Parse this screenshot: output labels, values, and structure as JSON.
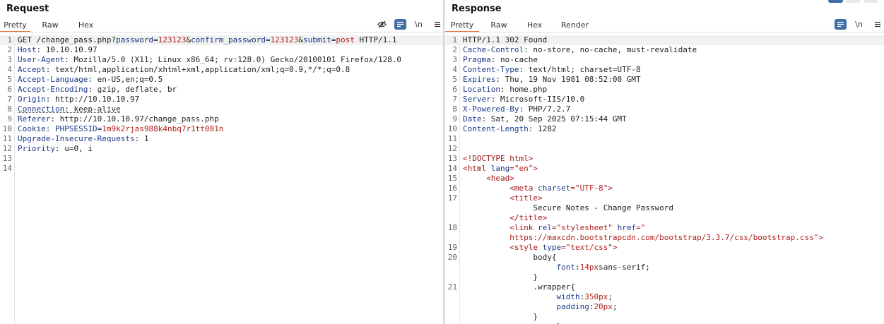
{
  "request": {
    "title": "Request",
    "tabs": [
      "Pretty",
      "Raw",
      "Hex"
    ],
    "active_tab": "Pretty",
    "tools": {
      "hide": "eye-slash",
      "wrap": "wrap",
      "newline": "\\n",
      "menu": "menu"
    },
    "lines": [
      {
        "n": "1",
        "hl": true,
        "parts": [
          [
            "GET /change_pass.php?",
            ""
          ],
          [
            "password",
            "k"
          ],
          [
            "=",
            ""
          ],
          [
            "123123",
            "v"
          ],
          [
            "&",
            ""
          ],
          [
            "confirm_password",
            "k"
          ],
          [
            "=",
            ""
          ],
          [
            "123123",
            "v"
          ],
          [
            "&",
            ""
          ],
          [
            "submit",
            "k"
          ],
          [
            "=",
            ""
          ],
          [
            "post",
            "v"
          ],
          [
            " HTTP/1.1",
            ""
          ]
        ]
      },
      {
        "n": "2",
        "parts": [
          [
            "Host",
            "k"
          ],
          [
            ": 10.10.10.97",
            ""
          ]
        ]
      },
      {
        "n": "3",
        "parts": [
          [
            "User-Agent",
            "k"
          ],
          [
            ": Mozilla/5.0 (X11; Linux x86_64; rv:128.0) Gecko/20100101 Firefox/128.0",
            ""
          ]
        ]
      },
      {
        "n": "4",
        "parts": [
          [
            "Accept",
            "k"
          ],
          [
            ": text/html,application/xhtml+xml,application/xml;q=0.9,*/*;q=0.8",
            ""
          ]
        ]
      },
      {
        "n": "5",
        "parts": [
          [
            "Accept-Language",
            "k"
          ],
          [
            ": en-US,en;q=0.5",
            ""
          ]
        ]
      },
      {
        "n": "6",
        "parts": [
          [
            "Accept-Encoding",
            "k"
          ],
          [
            ": gzip, deflate, br",
            ""
          ]
        ]
      },
      {
        "n": "7",
        "parts": [
          [
            "Origin",
            "k"
          ],
          [
            ": http://10.10.10.97",
            ""
          ]
        ]
      },
      {
        "n": "8",
        "parts": [
          [
            "Connection",
            "k dotted"
          ],
          [
            ": keep-alive",
            "dotted"
          ]
        ]
      },
      {
        "n": "9",
        "parts": [
          [
            "Referer",
            "k"
          ],
          [
            ": http://10.10.10.97/change_pass.php",
            ""
          ]
        ]
      },
      {
        "n": "10",
        "parts": [
          [
            "Cookie",
            "k"
          ],
          [
            ": ",
            ""
          ],
          [
            "PHPSESSID",
            "k"
          ],
          [
            "=",
            ""
          ],
          [
            "1m9k2rjas988k4nbq7r1tt081n",
            "v"
          ]
        ]
      },
      {
        "n": "11",
        "parts": [
          [
            "Upgrade-Insecure-Requests",
            "k"
          ],
          [
            ": 1",
            ""
          ]
        ]
      },
      {
        "n": "12",
        "parts": [
          [
            "Priority",
            "k"
          ],
          [
            ": u=0, i",
            ""
          ]
        ]
      },
      {
        "n": "13",
        "parts": []
      },
      {
        "n": "14",
        "parts": []
      }
    ]
  },
  "response": {
    "title": "Response",
    "tabs": [
      "Pretty",
      "Raw",
      "Hex",
      "Render"
    ],
    "active_tab": "Pretty",
    "tools": {
      "wrap": "wrap",
      "newline": "\\n",
      "menu": "menu"
    },
    "lines": [
      {
        "n": "1",
        "hl": true,
        "parts": [
          [
            "HTTP/1.1 302 Found",
            ""
          ]
        ]
      },
      {
        "n": "2",
        "parts": [
          [
            "Cache-Control",
            "k"
          ],
          [
            ": no-store, no-cache, must-revalidate",
            ""
          ]
        ]
      },
      {
        "n": "3",
        "parts": [
          [
            "Pragma",
            "k"
          ],
          [
            ": no-cache",
            ""
          ]
        ]
      },
      {
        "n": "4",
        "parts": [
          [
            "Content-Type",
            "k"
          ],
          [
            ": text/html; charset=UTF-8",
            ""
          ]
        ]
      },
      {
        "n": "5",
        "parts": [
          [
            "Expires",
            "k"
          ],
          [
            ": Thu, 19 Nov 1981 08:52:00 GMT",
            ""
          ]
        ]
      },
      {
        "n": "6",
        "parts": [
          [
            "Location",
            "k"
          ],
          [
            ": home.php",
            ""
          ]
        ]
      },
      {
        "n": "7",
        "parts": [
          [
            "Server",
            "k"
          ],
          [
            ": Microsoft-IIS/10.0",
            ""
          ]
        ]
      },
      {
        "n": "8",
        "parts": [
          [
            "X-Powered-By",
            "k"
          ],
          [
            ": PHP/7.2.7",
            ""
          ]
        ]
      },
      {
        "n": "9",
        "parts": [
          [
            "Date",
            "k"
          ],
          [
            ": Sat, 20 Sep 2025 07:15:44 GMT",
            ""
          ]
        ]
      },
      {
        "n": "10",
        "parts": [
          [
            "Content-Length",
            "k"
          ],
          [
            ": 1282",
            ""
          ]
        ]
      },
      {
        "n": "11",
        "parts": []
      },
      {
        "n": "12",
        "parts": []
      },
      {
        "n": "13",
        "parts": [
          [
            "<!DOCTYPE html>",
            "tag"
          ]
        ]
      },
      {
        "n": "14",
        "parts": [
          [
            "<html ",
            "tag"
          ],
          [
            "lang",
            "attr"
          ],
          [
            "=\"",
            "tag"
          ],
          [
            "en",
            "v"
          ],
          [
            "\">",
            "tag"
          ]
        ]
      },
      {
        "n": "15",
        "parts": [
          [
            "     ",
            ""
          ],
          [
            "<head>",
            "tag"
          ]
        ]
      },
      {
        "n": "16",
        "parts": [
          [
            "          ",
            ""
          ],
          [
            "<meta ",
            "tag"
          ],
          [
            "charset",
            "attr"
          ],
          [
            "=\"",
            "tag"
          ],
          [
            "UTF-8",
            "v"
          ],
          [
            "\">",
            "tag"
          ]
        ]
      },
      {
        "n": "17",
        "parts": [
          [
            "          ",
            ""
          ],
          [
            "<title>",
            "tag"
          ]
        ]
      },
      {
        "n": "",
        "parts": [
          [
            "               Secure Notes - Change Password",
            ""
          ]
        ]
      },
      {
        "n": "",
        "parts": [
          [
            "          ",
            ""
          ],
          [
            "</title>",
            "tag"
          ]
        ]
      },
      {
        "n": "18",
        "parts": [
          [
            "          ",
            ""
          ],
          [
            "<link ",
            "tag"
          ],
          [
            "rel",
            "attr"
          ],
          [
            "=\"",
            "tag"
          ],
          [
            "stylesheet",
            "v"
          ],
          [
            "\" ",
            "tag"
          ],
          [
            "href",
            "attr"
          ],
          [
            "=\"",
            "tag"
          ]
        ]
      },
      {
        "n": "",
        "parts": [
          [
            "          ",
            ""
          ],
          [
            "https://maxcdn.bootstrapcdn.com/bootstrap/3.3.7/css/bootstrap.css",
            "v"
          ],
          [
            "\">",
            "tag"
          ]
        ]
      },
      {
        "n": "19",
        "parts": [
          [
            "          ",
            ""
          ],
          [
            "<style ",
            "tag"
          ],
          [
            "type",
            "attr"
          ],
          [
            "=\"",
            "tag"
          ],
          [
            "text/css",
            "v"
          ],
          [
            "\">",
            "tag"
          ]
        ]
      },
      {
        "n": "20",
        "parts": [
          [
            "               body{",
            ""
          ]
        ]
      },
      {
        "n": "",
        "parts": [
          [
            "                    ",
            ""
          ],
          [
            "font",
            "css"
          ],
          [
            ":",
            ""
          ],
          [
            "14px",
            "v"
          ],
          [
            "sans-serif;",
            ""
          ]
        ]
      },
      {
        "n": "",
        "parts": [
          [
            "               }",
            ""
          ]
        ]
      },
      {
        "n": "21",
        "parts": [
          [
            "               .wrapper{",
            ""
          ]
        ]
      },
      {
        "n": "",
        "parts": [
          [
            "                    ",
            ""
          ],
          [
            "width",
            "css"
          ],
          [
            ":",
            ""
          ],
          [
            "350px",
            "v"
          ],
          [
            ";",
            ""
          ]
        ]
      },
      {
        "n": "",
        "parts": [
          [
            "                    ",
            ""
          ],
          [
            "padding",
            "css"
          ],
          [
            ":",
            ""
          ],
          [
            "20px",
            "v"
          ],
          [
            ";",
            ""
          ]
        ]
      },
      {
        "n": "",
        "parts": [
          [
            "               }",
            ""
          ]
        ]
      },
      {
        "n": "",
        "parts": [
          [
            "                    }",
            ""
          ]
        ]
      }
    ]
  }
}
